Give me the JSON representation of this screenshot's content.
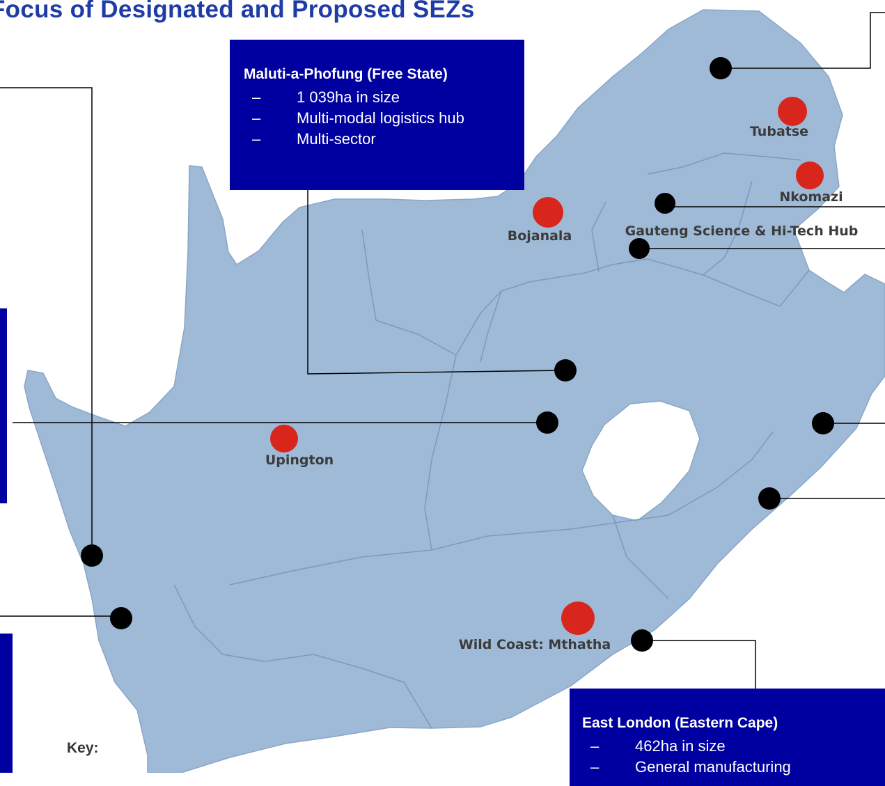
{
  "title": "Focus of Designated and Proposed SEZs",
  "key_label": "Key:",
  "colors": {
    "land": "#9fbad7",
    "border": "#6f8fb3",
    "box_bg": "#0000a0",
    "proposed_marker": "#d9261c",
    "designated_marker": "#000000",
    "title": "#1f3ca6"
  },
  "boxes": {
    "maluti": {
      "title": "Maluti-a-Phofung (Free State)",
      "items": [
        "1 039ha in size",
        "Multi-modal logistics hub",
        "Multi-sector"
      ]
    },
    "east_london": {
      "title": "East London (Eastern Cape)",
      "items": [
        "462ha in size",
        "General manufacturing"
      ]
    }
  },
  "places": {
    "tubatse": "Tubatse",
    "nkomazi": "Nkomazi",
    "bojanala": "Bojanala",
    "gauteng": "Gauteng Science & Hi-Tech Hub",
    "upington": "Upington",
    "wild_coast": "Wild Coast: Mthatha"
  }
}
